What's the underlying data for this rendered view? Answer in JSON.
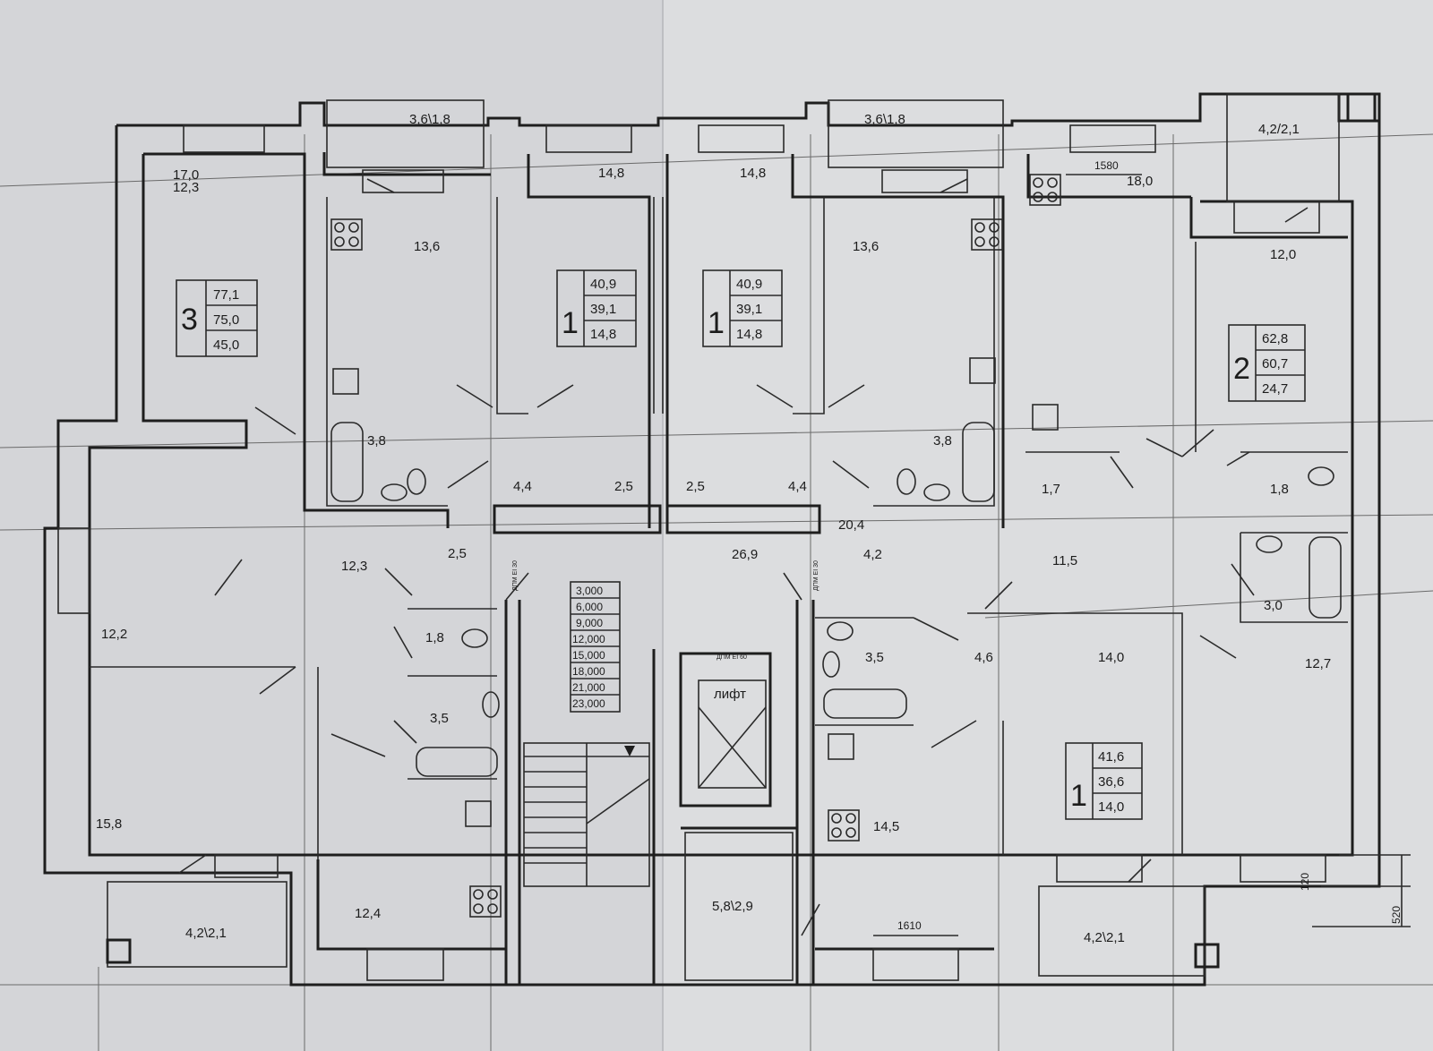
{
  "balconies": {
    "b_top_left": "3,6\\1,8",
    "b_top_mid": "3,6\\1,8",
    "b_top_right": "4,2/2,1",
    "b_bottom_left": "4,2\\2,1",
    "b_bottom_mid": "5,8\\2,9",
    "b_bottom_right": "4,2\\2,1"
  },
  "apartments": [
    {
      "rooms": "3",
      "areas": [
        "77,1",
        "75,0",
        "45,0"
      ]
    },
    {
      "rooms": "1",
      "areas": [
        "40,9",
        "39,1",
        "14,8"
      ]
    },
    {
      "rooms": "1",
      "areas": [
        "40,9",
        "39,1",
        "14,8"
      ]
    },
    {
      "rooms": "2",
      "areas": [
        "62,8",
        "60,7",
        "24,7"
      ]
    },
    {
      "rooms": "1",
      "areas": [
        "41,6",
        "36,6",
        "14,0"
      ]
    }
  ],
  "rooms": {
    "r1": "17,0",
    "r2": "12,3",
    "r3": "14,8",
    "r4": "14,8",
    "r5": "18,0",
    "r6": "13,6",
    "r7": "13,6",
    "r8": "12,0",
    "r9": "3,8",
    "r10": "3,8",
    "r11": "4,4",
    "r12": "2,5",
    "r13": "2,5",
    "r14": "4,4",
    "r15": "1,7",
    "r16": "1,8",
    "r17": "20,4",
    "r18": "2,5",
    "r19": "12,3",
    "r20": "26,9",
    "r21": "4,2",
    "r22": "11,5",
    "r23": "3,0",
    "r24": "12,2",
    "r25": "1,8",
    "r26": "3,5",
    "r27": "3,5",
    "r28": "4,6",
    "r29": "14,0",
    "r30": "12,7",
    "r31": "15,8",
    "r32": "14,5",
    "r33": "12,4"
  },
  "levels": [
    "3,000",
    "6,000",
    "9,000",
    "12,000",
    "15,000",
    "18,000",
    "21,000",
    "23,000"
  ],
  "lift_label": "лифт",
  "small_labels": {
    "dpm1": "ДПМ ЕI 60",
    "dpm2": "ДПМ ЕI 30",
    "dpm3": "ДПМ ЕI 30"
  },
  "dimensions": {
    "d1580": "1580",
    "d1610": "1610",
    "d120": "120",
    "d520": "520"
  }
}
